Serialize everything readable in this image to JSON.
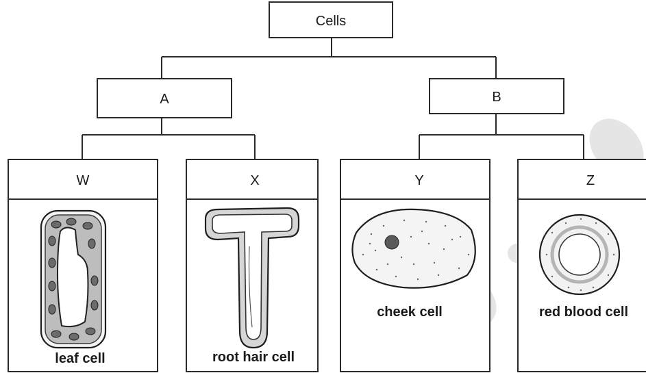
{
  "root": {
    "label": "Cells"
  },
  "groups": [
    {
      "id": "A",
      "label": "A"
    },
    {
      "id": "B",
      "label": "B"
    }
  ],
  "cells": [
    {
      "group": "A",
      "code": "W",
      "caption": "leaf cell",
      "icon": "leaf-cell-icon"
    },
    {
      "group": "A",
      "code": "X",
      "caption": "root hair cell",
      "icon": "root-hair-cell-icon"
    },
    {
      "group": "B",
      "code": "Y",
      "caption": "cheek cell",
      "icon": "cheek-cell-icon"
    },
    {
      "group": "B",
      "code": "Z",
      "caption": "red blood cell",
      "icon": "red-blood-cell-icon"
    }
  ],
  "colors": {
    "line": "#2a2a2a",
    "stipple": "#555555",
    "watermark": "#cfcfcf"
  }
}
